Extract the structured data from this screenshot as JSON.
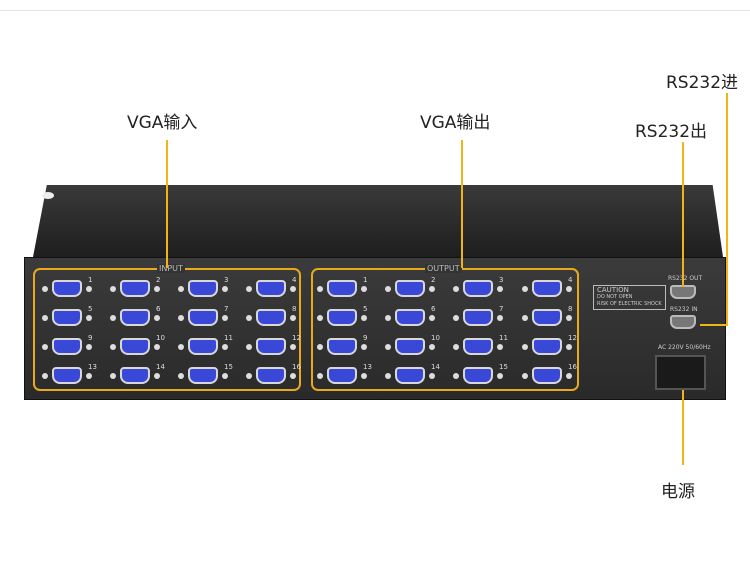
{
  "labels": {
    "vga_in": "VGA输入",
    "vga_out": "VGA输出",
    "rs232_in": "RS232进",
    "rs232_out": "RS232出",
    "power": "电源"
  },
  "panel": {
    "input_label": "INPUT",
    "output_label": "OUTPUT",
    "port_numbers": [
      "1",
      "2",
      "3",
      "4",
      "5",
      "6",
      "7",
      "8",
      "9",
      "10",
      "11",
      "12",
      "13",
      "14",
      "15",
      "16"
    ],
    "caution_title": "CAUTION",
    "caution_line1": "DO NOT OPEN",
    "caution_line2": "RISK OF ELECTRIC SHOCK",
    "rs232_out_label": "RS232 OUT",
    "rs232_in_label": "RS232 IN",
    "power_label": "AC 220V 50/60Hz"
  },
  "colors": {
    "annotation": "#f2b318",
    "port": "#3a48d8"
  }
}
